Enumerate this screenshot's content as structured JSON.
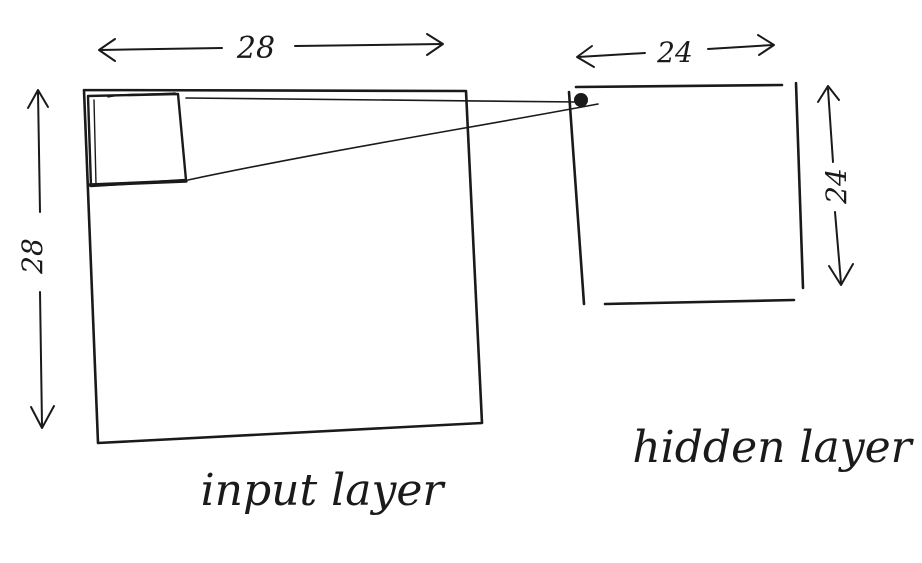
{
  "input_layer": {
    "label": "input layer",
    "width_label": "28",
    "height_label": "28"
  },
  "hidden_layer": {
    "label": "hidden layer",
    "width_label": "24",
    "height_label": "24"
  },
  "ink_color": "#1a1a1a"
}
